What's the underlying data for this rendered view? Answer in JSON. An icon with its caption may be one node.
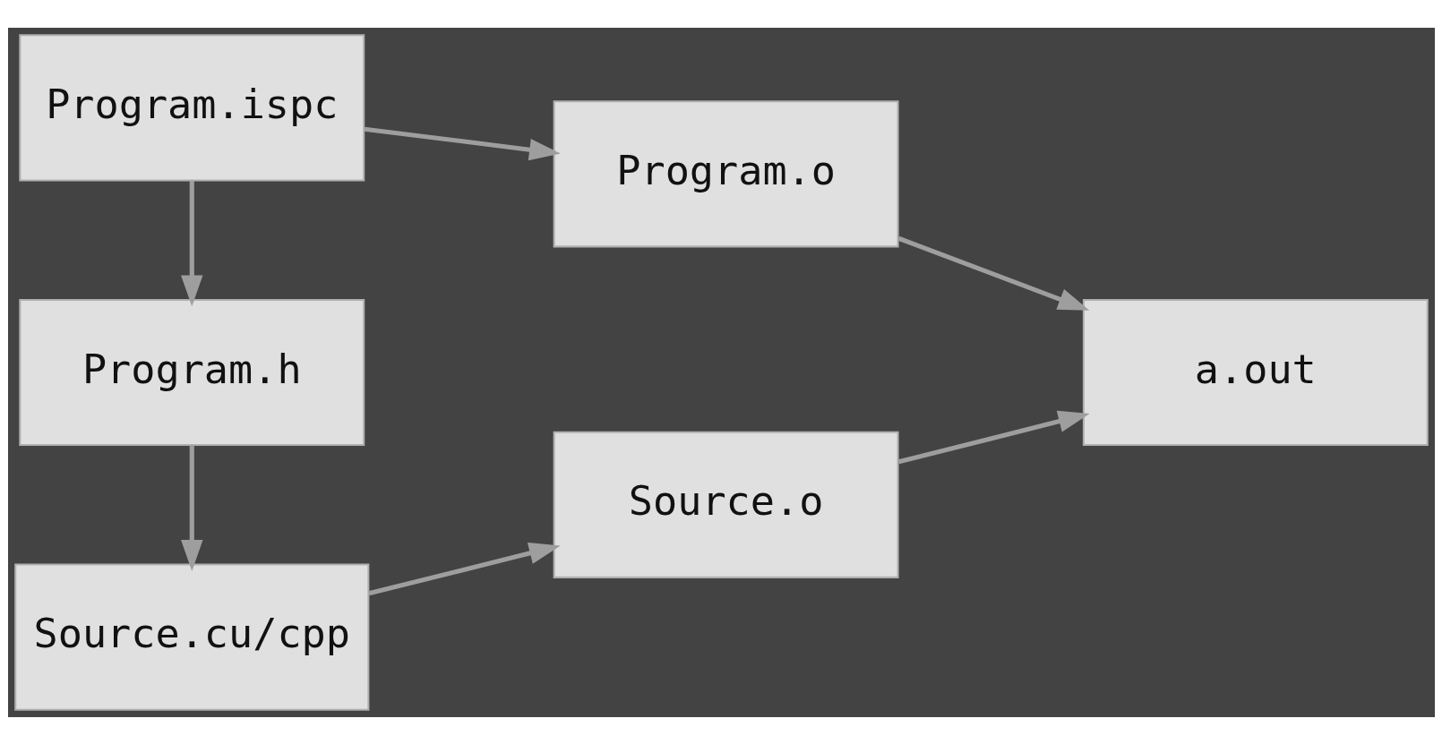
{
  "diagram": {
    "nodes": [
      {
        "text": [
          "Program.ispc"
        ]
      },
      {
        "text": [
          "Program.o"
        ]
      },
      {
        "text": [
          "a.out"
        ]
      },
      {
        "text": [
          "Program.h"
        ]
      },
      {
        "text": [
          "Source.o"
        ]
      },
      {
        "text": [
          "Source.cu/cpp"
        ]
      }
    ],
    "edges": [
      {
        "from": 0,
        "to": 1,
        "arrow": "to"
      },
      {
        "from": 0,
        "to": 3,
        "arrow": "to"
      },
      {
        "from": 3,
        "to": 5,
        "arrow": "to"
      },
      {
        "from": 5,
        "to": 4,
        "arrow": "to"
      },
      {
        "from": 1,
        "to": 2,
        "arrow": "to"
      },
      {
        "from": 4,
        "to": 2,
        "arrow": "to"
      }
    ]
  }
}
